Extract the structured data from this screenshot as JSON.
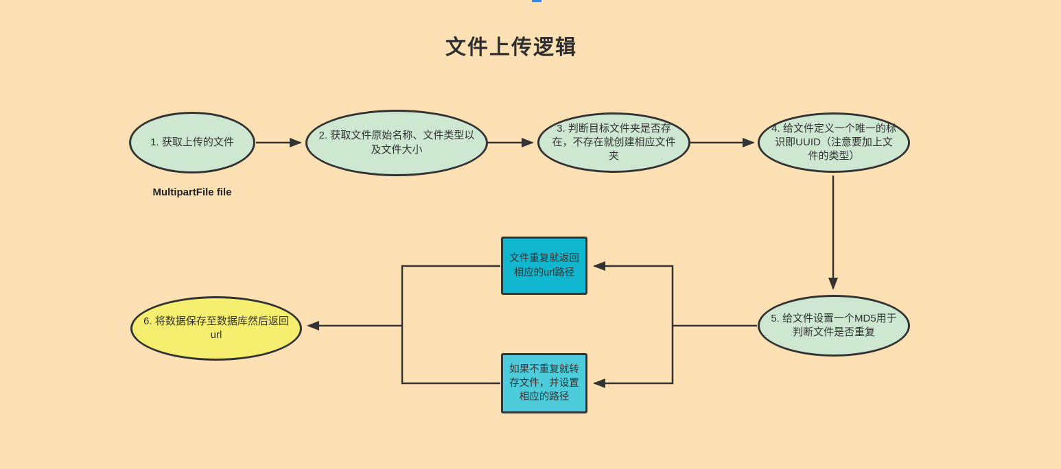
{
  "title": "文件上传逻辑",
  "annotation": "MultipartFile file",
  "nodes": {
    "step1": "1. 获取上传的文件",
    "step2": "2. 获取文件原始名称、文件类型以及文件大小",
    "step3": "3. 判断目标文件夹是否存在，不存在就创建相应文件夹",
    "step4": "4. 给文件定义一个唯一的标识即UUID（注意要加上文件的类型）",
    "step5": "5. 给文件设置一个MD5用于判断文件是否重复",
    "branch_duplicate": "文件重复就返回相应的url路径",
    "branch_unique": "如果不重复就转存文件，并设置相应的路径",
    "step6": "6. 将数据保存至数据库然后返回url"
  },
  "colors": {
    "background": "#fde0b4",
    "node_fill_green": "#cde7d0",
    "node_fill_yellow": "#f5ee6e",
    "branch_fill_dark_cyan": "#10b7cf",
    "branch_fill_light_cyan": "#4dccdb",
    "stroke": "#333333",
    "text": "#333333",
    "top_marker_blue": "#3c85dd"
  }
}
